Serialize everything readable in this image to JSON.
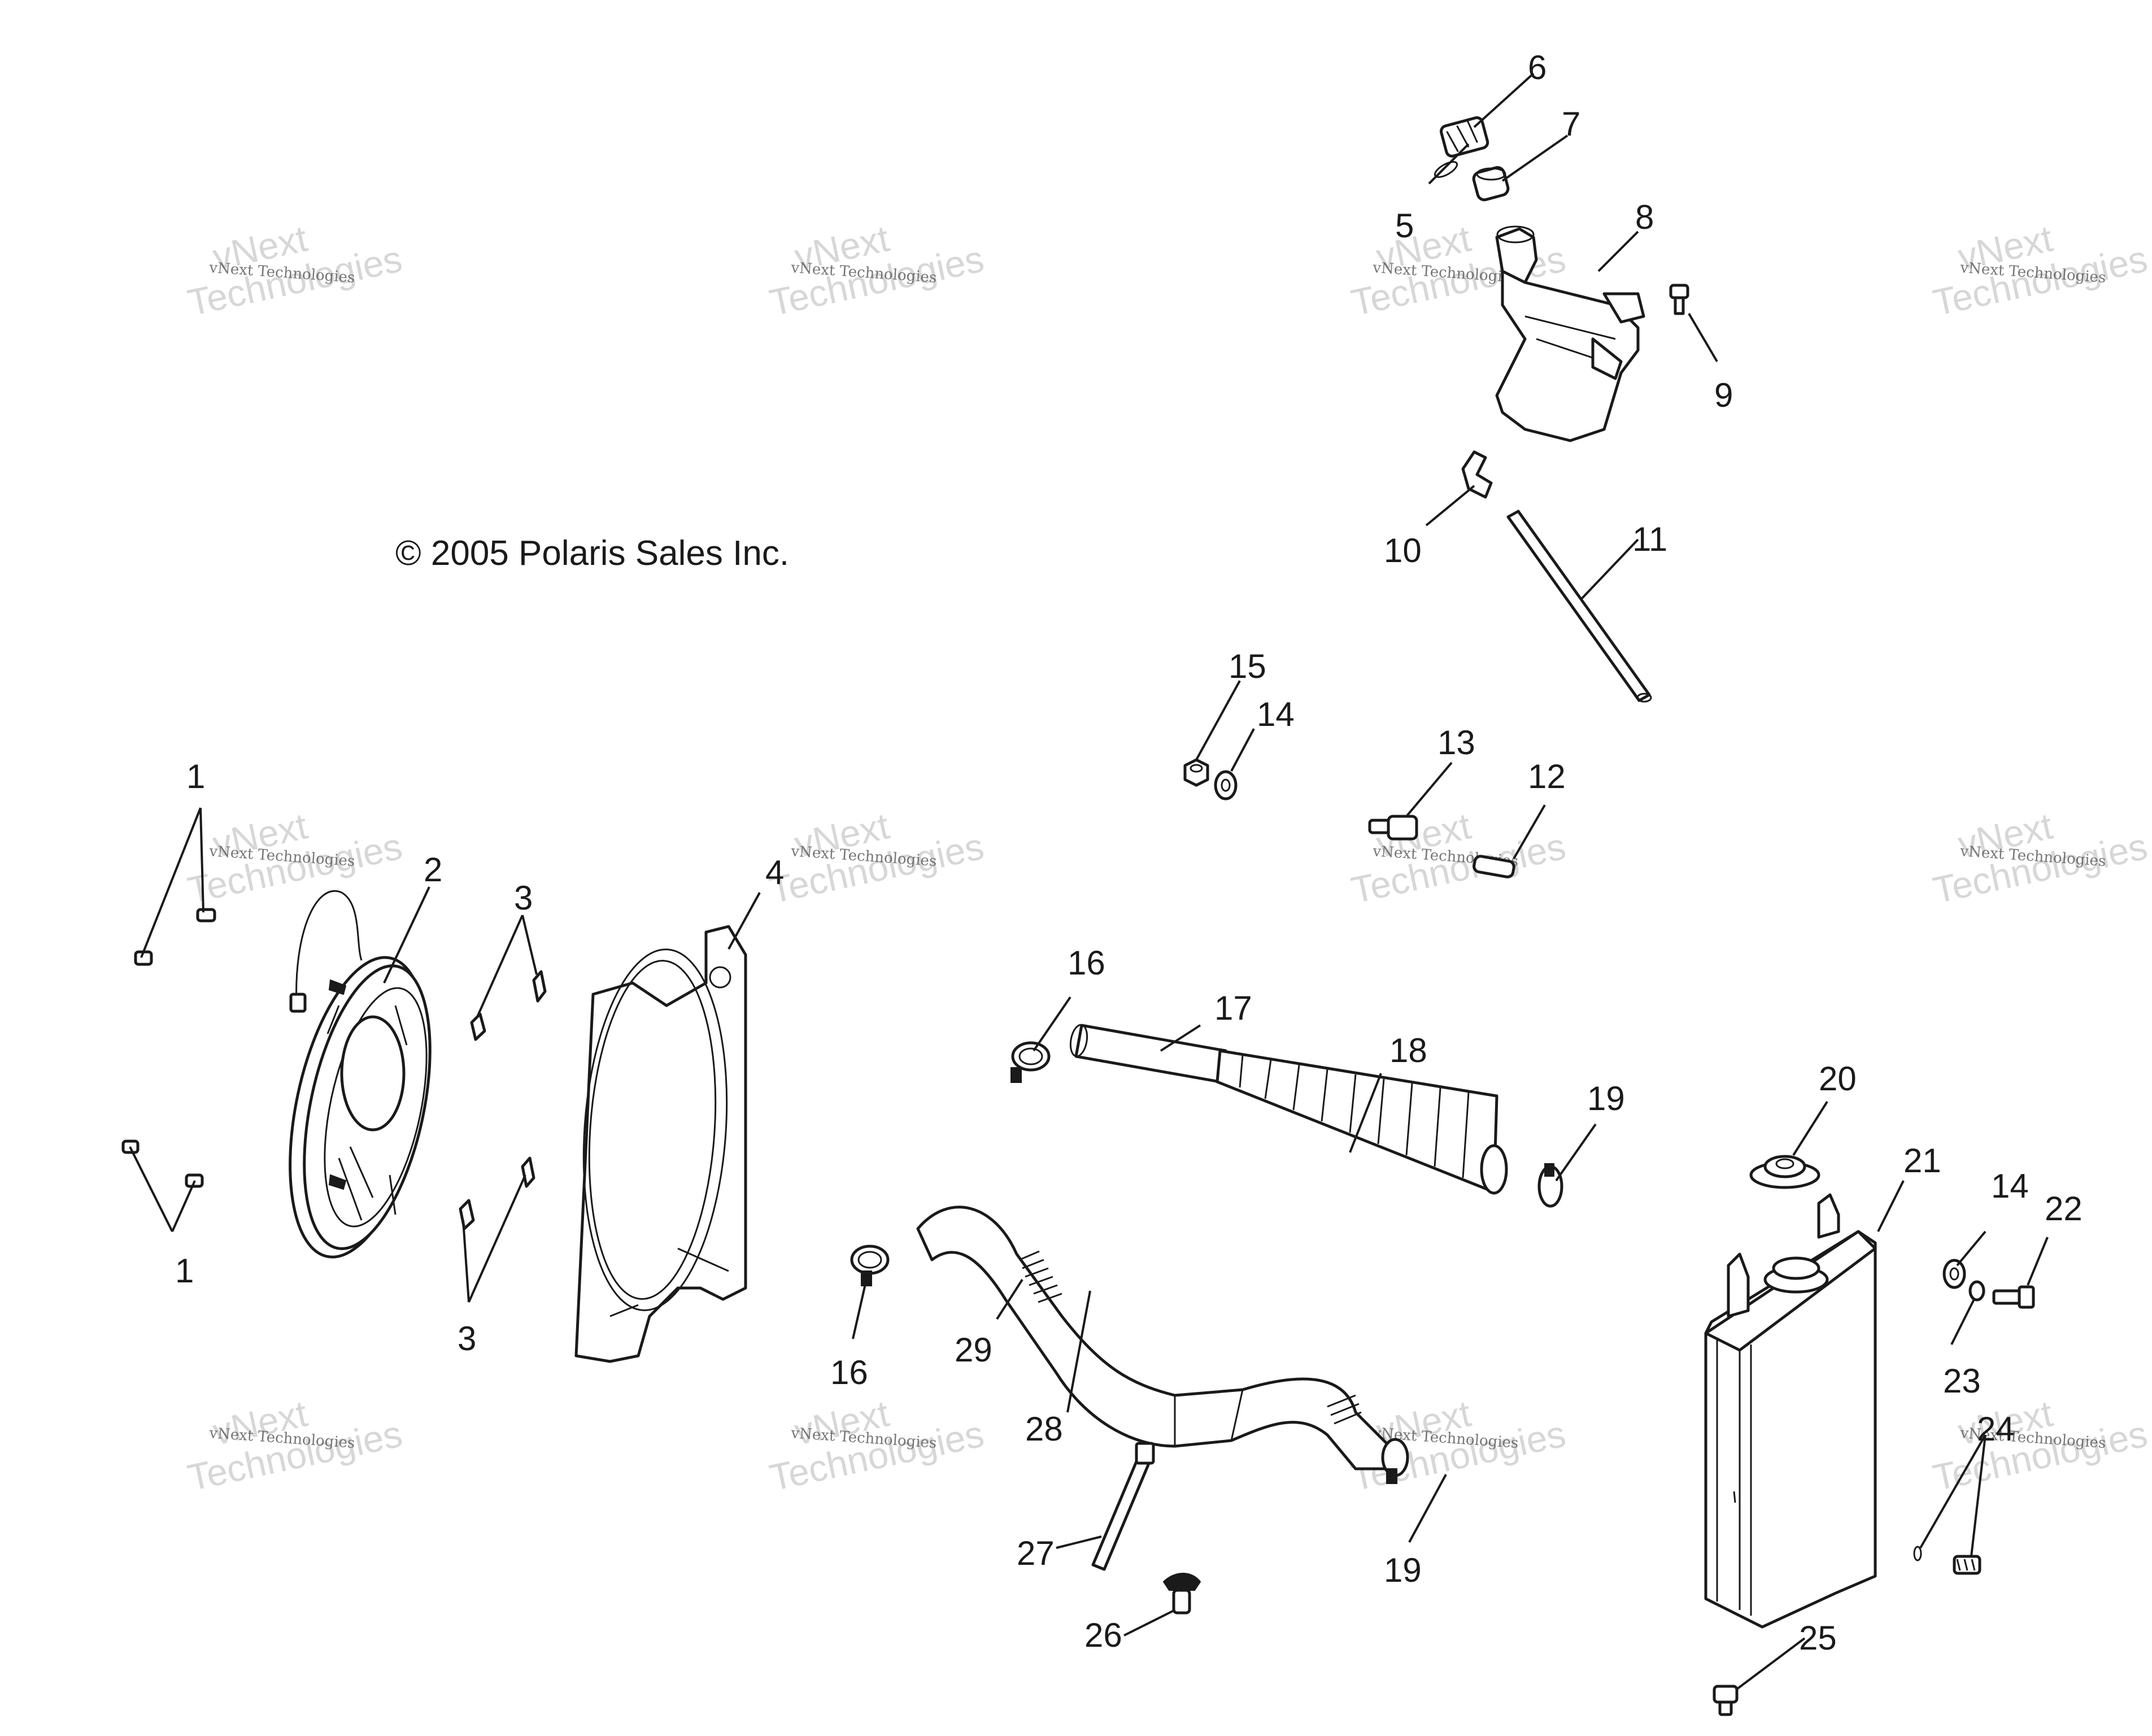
{
  "copyright": "© 2005 Polaris Sales Inc.",
  "watermark": {
    "line1": "vNext",
    "line2": "Technologies",
    "small": "vNext Technologies"
  },
  "callouts": [
    "1",
    "1",
    "2",
    "3",
    "3",
    "4",
    "5",
    "6",
    "7",
    "8",
    "9",
    "10",
    "11",
    "12",
    "13",
    "14",
    "14",
    "15",
    "16",
    "16",
    "17",
    "18",
    "19",
    "19",
    "20",
    "21",
    "22",
    "23",
    "24",
    "25",
    "26",
    "27",
    "28",
    "29"
  ]
}
